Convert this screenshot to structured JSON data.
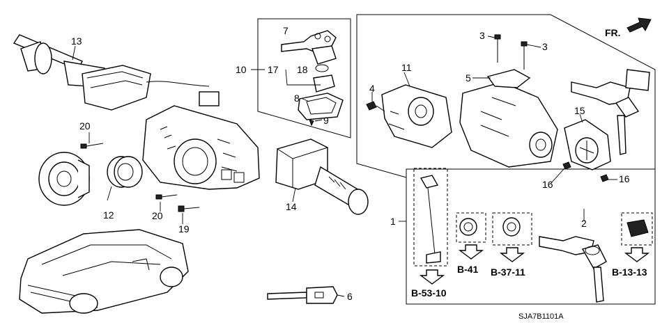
{
  "diagram_code": "SJA7B1101A",
  "direction_label": "FR.",
  "callouts": [
    "1",
    "2",
    "3",
    "3",
    "4",
    "5",
    "6",
    "7",
    "8",
    "9",
    "10",
    "11",
    "12",
    "13",
    "14",
    "15",
    "16",
    "16",
    "17",
    "18",
    "19",
    "20",
    "20"
  ],
  "refs": [
    "B-53-10",
    "B-41",
    "B-37-11",
    "B-13-13"
  ],
  "colors": {
    "ink": "#000000",
    "paper": "#ffffff"
  },
  "icons": [
    "combination-switch-icon",
    "spiral-cable-icon",
    "wiper-switch-icon",
    "key-icon",
    "key-cylinder-icon",
    "ignition-switch-icon",
    "vehicle-silhouette-icon",
    "screw-icon",
    "direction-arrow-icon"
  ]
}
